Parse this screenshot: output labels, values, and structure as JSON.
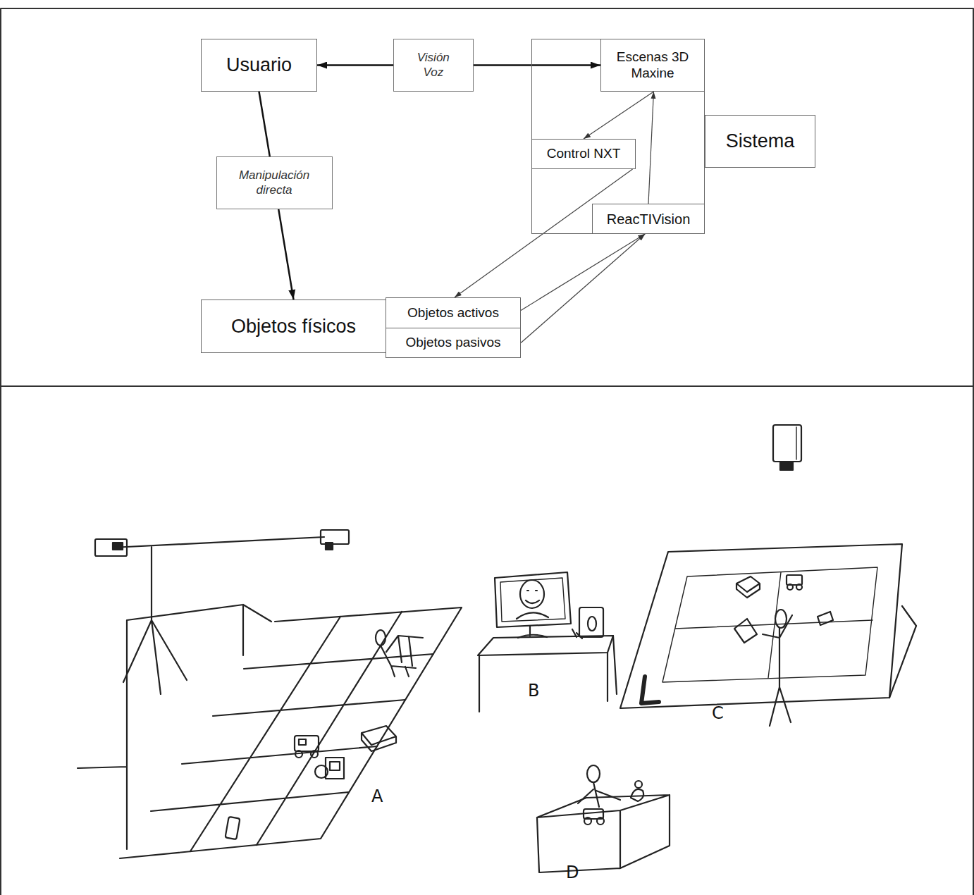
{
  "diagram": {
    "nodes": [
      {
        "text": [
          "Usuario"
        ]
      },
      {
        "text": [
          "Sistema"
        ]
      },
      {
        "text": [
          "Escenas 3D Maxine"
        ],
        "in": 1
      },
      {
        "text": [
          "Control NXT"
        ],
        "in": 1
      },
      {
        "text": [
          "ReacTIVision"
        ],
        "in": 1
      },
      {
        "text": [
          "Objetos físicos"
        ]
      },
      {
        "text": [
          "Objetos activos"
        ]
      },
      {
        "text": [
          "Objetos pasivos"
        ]
      }
    ],
    "edges": [
      {
        "from": 0,
        "to": 2,
        "arrow": "both",
        "label": "Visión Voz"
      },
      {
        "from": 0,
        "to": 5,
        "arrow": "to",
        "label": "Manipulación directa"
      },
      {
        "from": 2,
        "to": 3,
        "arrow": "to"
      },
      {
        "from": 3,
        "to": 6,
        "arrow": "to"
      },
      {
        "from": 4,
        "to": 2,
        "arrow": "to"
      },
      {
        "from": 6,
        "to": 4,
        "arrow": "to"
      },
      {
        "from": 7,
        "to": 4,
        "arrow": "to"
      }
    ],
    "labels": [
      "A",
      "B",
      "C",
      "D"
    ]
  }
}
